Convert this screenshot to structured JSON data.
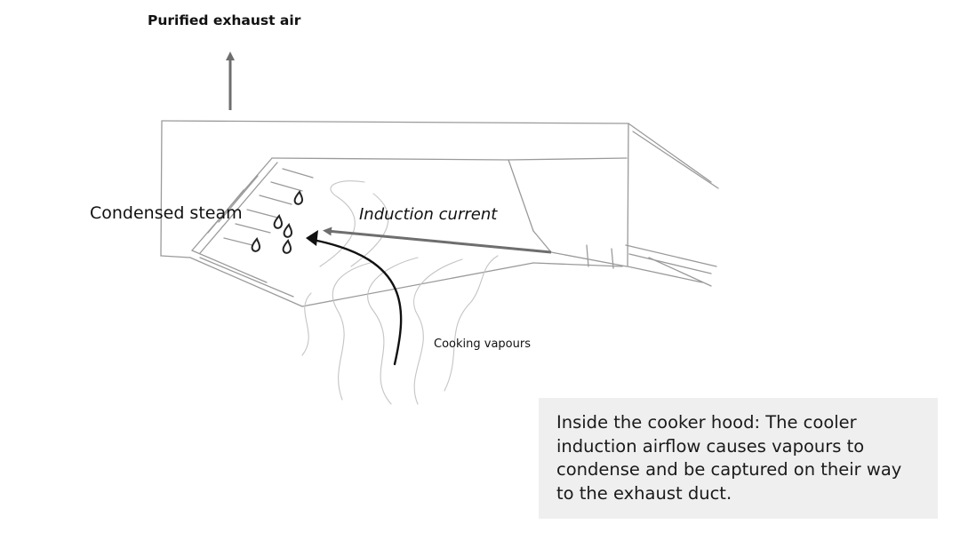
{
  "labels": {
    "purified_exhaust_air": "Purified exhaust air",
    "condensed_steam": "Condensed steam",
    "induction_current": "Induction current",
    "cooking_vapours": "Cooking vapours"
  },
  "caption": "Inside the cooker hood: The cooler induction airflow causes vapours to condense and be captured on their way to the exhaust duct.",
  "colors": {
    "sketch_line": "#9a9a9a",
    "arrow_gray": "#6e6e6e",
    "arrow_black": "#111111",
    "caption_bg": "#efefef"
  },
  "icons": [
    "upward-arrow-icon",
    "water-drop-icon",
    "curved-arrow-icon",
    "leftward-arrow-icon"
  ]
}
